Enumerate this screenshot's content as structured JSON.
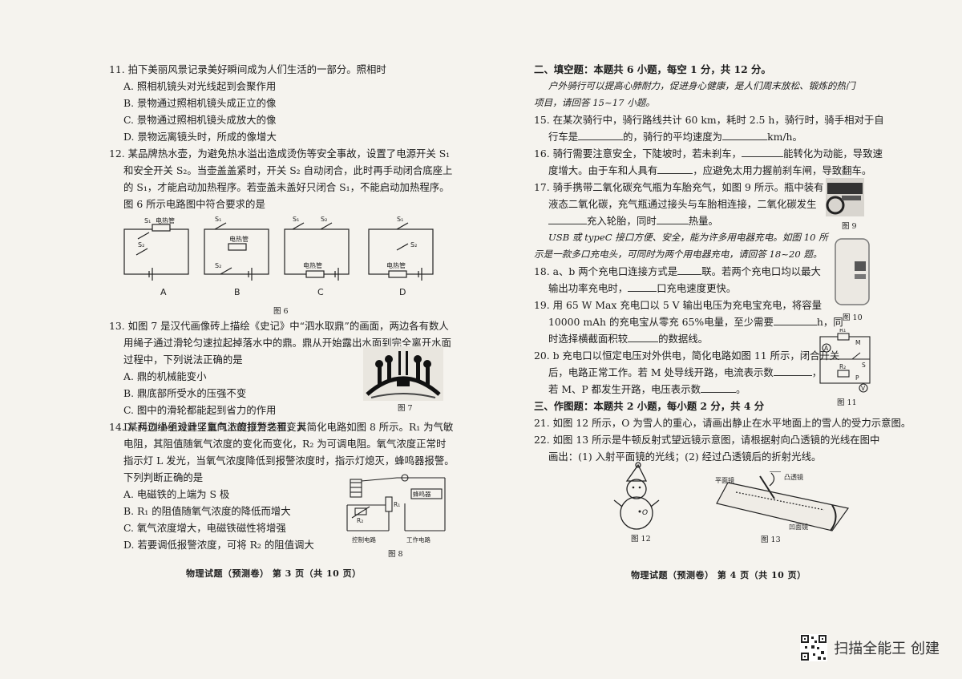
{
  "left": {
    "q11": {
      "stem": "11.  拍下美丽风景记录美好瞬间成为人们生活的一部分。照相时",
      "options": [
        "A.  照相机镜头对光线起到会聚作用",
        "B.  景物通过照相机镜头成正立的像",
        "C.  景物通过照相机镜头成放大的像",
        "D.  景物远离镜头时，所成的像增大"
      ]
    },
    "q12": {
      "lines": [
        "12.  某品牌热水壶，为避免热水溢出造成烫伤等安全事故，设置了电源开关 S₁",
        "和安全开关 S₂。当壶盖盖紧时，开关 S₂ 自动闭合，此时再手动闭合底座上",
        "的 S₁，才能启动加热程序。若壶盖未盖好只闭合 S₁，不能启动加热程序。",
        "图 6 所示电路图中符合要求的是"
      ],
      "circuit_labels": {
        "s1": "S₁",
        "s2": "S₂",
        "heater": "电热管"
      },
      "choice_labels": [
        "A",
        "B",
        "C",
        "D"
      ],
      "caption": "图 6"
    },
    "q13": {
      "lines": [
        "13.  如图 7 是汉代画像砖上描绘《史记》中“泗水取鼎”的画面，两边各有数人",
        "用绳子通过滑轮匀速拉起掉落水中的鼎。鼎从开始露出水面到完全离开水面",
        "过程中，下列说法正确的是"
      ],
      "options": [
        "A.  鼎的机械能变小",
        "B.  鼎底部所受水的压强不变",
        "C.  图中的滑轮都能起到省力的作用",
        "D.  两边绳子对鼎竖直向上的拉力之和变大"
      ],
      "caption": "图 7"
    },
    "q14": {
      "lines": [
        "14.  某科创小组设计了氧气浓度报警装置，其简化电路如图 8 所示。R₁ 为气敏",
        "电阻，其阻值随氧气浓度的变化而变化，R₂ 为可调电阻。氧气浓度正常时",
        "指示灯 L 发光，当氧气浓度降低到报警浓度时，指示灯熄灭，蜂鸣器报警。",
        "下列判断正确的是"
      ],
      "options": [
        "A.  电磁铁的上端为 S 极",
        "B.  R₁ 的阻值随氧气浓度的降低而增大",
        "C.  氧气浓度增大，电磁铁磁性将增强",
        "D.  若要调低报警浓度，可将 R₂ 的阻值调大"
      ],
      "fig_labels": {
        "buzzer": "蜂鸣器",
        "r1": "R₁",
        "r2": "R₂",
        "control": "控制电路",
        "work": "工作电路"
      },
      "caption": "图 8"
    },
    "footer": "物理试题（预测卷） 第 3 页（共 10 页）"
  },
  "right": {
    "sec2": "二、填空题：本题共 6 小题，每空 1 分，共 12 分。",
    "intro1": [
      "户外骑行可以提高心肺耐力，促进身心健康，是人们周末放松、锻炼的热门",
      "项目，请回答 15~17 小题。"
    ],
    "q15": [
      "15.  在某次骑行中，骑行路线共计 60 km，耗时 2.5 h，骑行时，骑手相对于自",
      "行车是",
      "的，骑行的平均速度为",
      "km/h。"
    ],
    "q16": [
      "16.  骑行需要注意安全，下陡坡时，若未刹车，",
      "能转化为动能，导致速",
      "度增大。由于车和人具有",
      "，应避免太用力握前刹车闸，导致翻车。"
    ],
    "q17": [
      "17.  骑手携带二氧化碳充气瓶为车胎充气，如图 9 所示。瓶中装有",
      "液态二氧化碳，充气瓶通过接头与车胎相连接，二氧化碳发生",
      "充入轮胎，同时",
      "热量。"
    ],
    "fig9": "图 9",
    "intro2": [
      "USB 或 typeC 接口方便、安全，能为许多用电器充电。如图 10 所",
      "示是一款多口充电头，可同时为两个用电器充电，请回答 18~20 题。"
    ],
    "q18": [
      "18.  a、b 两个充电口连接方式是",
      "联。若两个充电口均以最大",
      "输出功率充电时，",
      "口充电速度更快。"
    ],
    "fig10": "图 10",
    "q19": [
      "19.  用 65 W Max 充电口以 5 V 输出电压为充电宝充电，将容量",
      "10000 mAh 的充电宝从零充 65%电量，至少需要",
      "h，同",
      "时选择横截面积较",
      "的数据线。"
    ],
    "q20": [
      "20.  b 充电口以恒定电压对外供电，简化电路如图 11 所示，闭合开关",
      "后，电路正常工作。若 M 处导线开路，电流表示数",
      "，",
      "若 M、P 都发生开路，电压表示数",
      "。"
    ],
    "fig11_labels": {
      "r1": "R₁",
      "r2": "R₂",
      "m": "M",
      "p": "P",
      "s": "S",
      "a": "A",
      "v": "V"
    },
    "fig11": "图 11",
    "sec3": "三、作图题：本题共 2 小题，每小题 2 分，共 4 分",
    "q21": "21.  如图 12 所示，O 为雪人的重心，请画出静止在水平地面上的雪人的受力示意图。",
    "q22": [
      "22.  如图 13 所示是牛顿反射式望远镜示意图，请根据射向凸透镜的光线在图中",
      "画出：(1) 入射平面镜的光线；(2) 经过凸透镜后的折射光线。"
    ],
    "fig12_o": "O",
    "fig12": "图 12",
    "fig13_labels": {
      "plane": "平面镜",
      "convex": "凸透镜",
      "concave": "凹面镜"
    },
    "fig13": "图 13",
    "footer": "物理试题（预测卷） 第 4 页（共 10 页）"
  },
  "watermark": "扫描全能王  创建"
}
